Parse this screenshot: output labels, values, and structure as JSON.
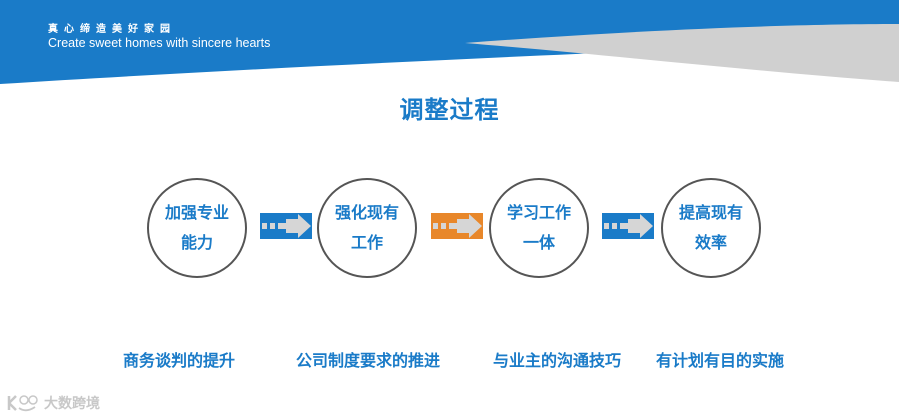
{
  "header": {
    "slogan_cn": "真心缔造美好家园",
    "slogan_en": "Create sweet homes with sincere hearts",
    "colors": {
      "primary_blue": "#1a7bc8",
      "gray_band": "#d0d0d0"
    }
  },
  "title": "调整过程",
  "steps": [
    {
      "line1": "加强专业",
      "line2": "能力",
      "caption": "商务谈判的提升"
    },
    {
      "line1": "强化现有",
      "line2": "工作",
      "caption": "公司制度要求的推进"
    },
    {
      "line1": "学习工作",
      "line2": "一体",
      "caption": "与业主的沟通技巧"
    },
    {
      "line1": "提高现有",
      "line2": "效率",
      "caption": "有计划有目的实施"
    }
  ],
  "arrows": [
    {
      "color": "#1a7bc8",
      "icon": "arrow-right-icon"
    },
    {
      "color": "#e8872a",
      "icon": "arrow-right-icon"
    },
    {
      "color": "#1a7bc8",
      "icon": "arrow-right-icon"
    }
  ],
  "watermark": {
    "logo": "K100-logo-icon",
    "text": "大数跨境"
  }
}
